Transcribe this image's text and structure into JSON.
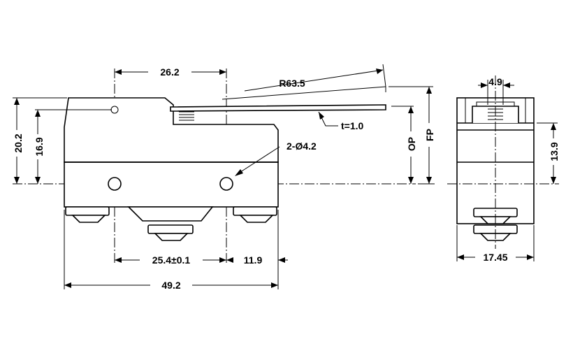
{
  "colors": {
    "line": "#000000",
    "background": "#ffffff"
  },
  "front_view": {
    "dim_lever_offset": "26.2",
    "dim_radius": "R63.5",
    "dim_thickness": "t=1.0",
    "dim_holes": "2-Ø4.2",
    "dim_height_total": "20.2",
    "dim_height_lever": "16.9",
    "dim_hole_pitch": "25.4±0.1",
    "dim_right_offset": "11.9",
    "dim_total_width": "49.2",
    "label_op": "OP",
    "label_fp": "FP"
  },
  "side_view": {
    "dim_plunger_width": "4.9",
    "dim_height": "13.9",
    "dim_width": "17.45"
  }
}
